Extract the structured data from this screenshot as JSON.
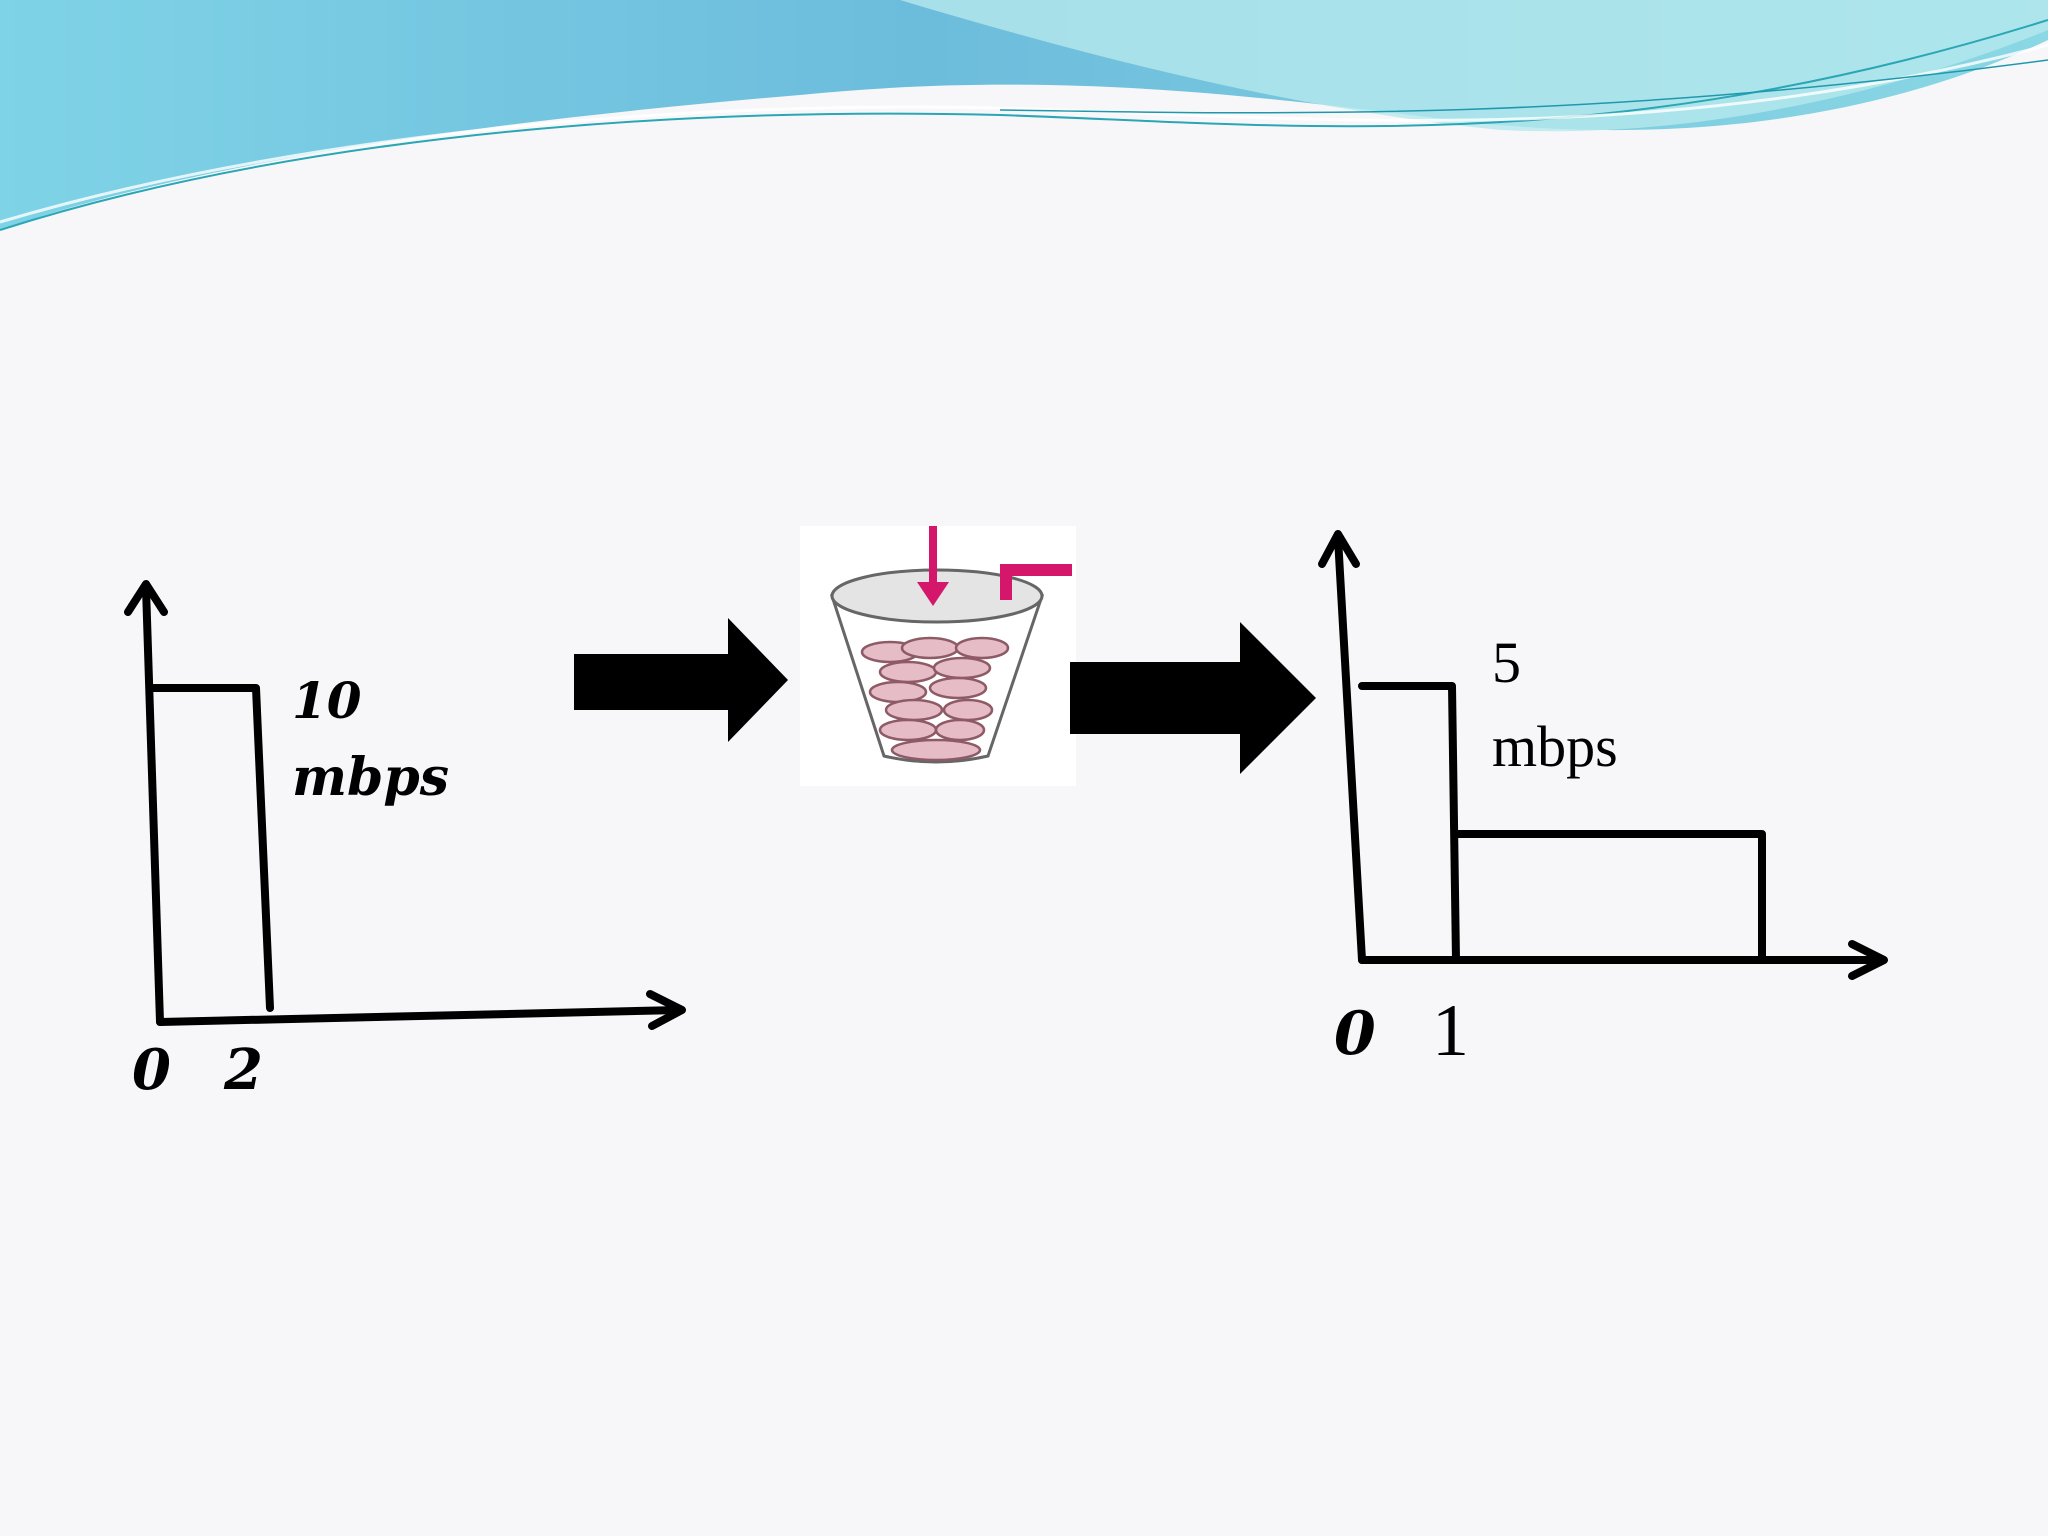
{
  "slide": {
    "theme_colors": {
      "wave_dark": "#5fb7d6",
      "wave_light": "#a9e3ec",
      "wave_line": "#2fa4b8",
      "background": "#f7f7f9",
      "token_arrow": "#d4176a",
      "token_disc": "#e8c2cc"
    }
  },
  "input_graph": {
    "rate_label_line1": "10",
    "rate_label_line2": "mbps",
    "tick_start": "0",
    "tick_end": "2"
  },
  "output_graph": {
    "rate_label_line1": "5",
    "rate_label_line2": "mbps",
    "tick_start": "0",
    "tick_end": "1"
  },
  "bucket": {
    "icon": "token-bucket-icon"
  },
  "arrows": {
    "icon": "right-arrow-icon"
  }
}
